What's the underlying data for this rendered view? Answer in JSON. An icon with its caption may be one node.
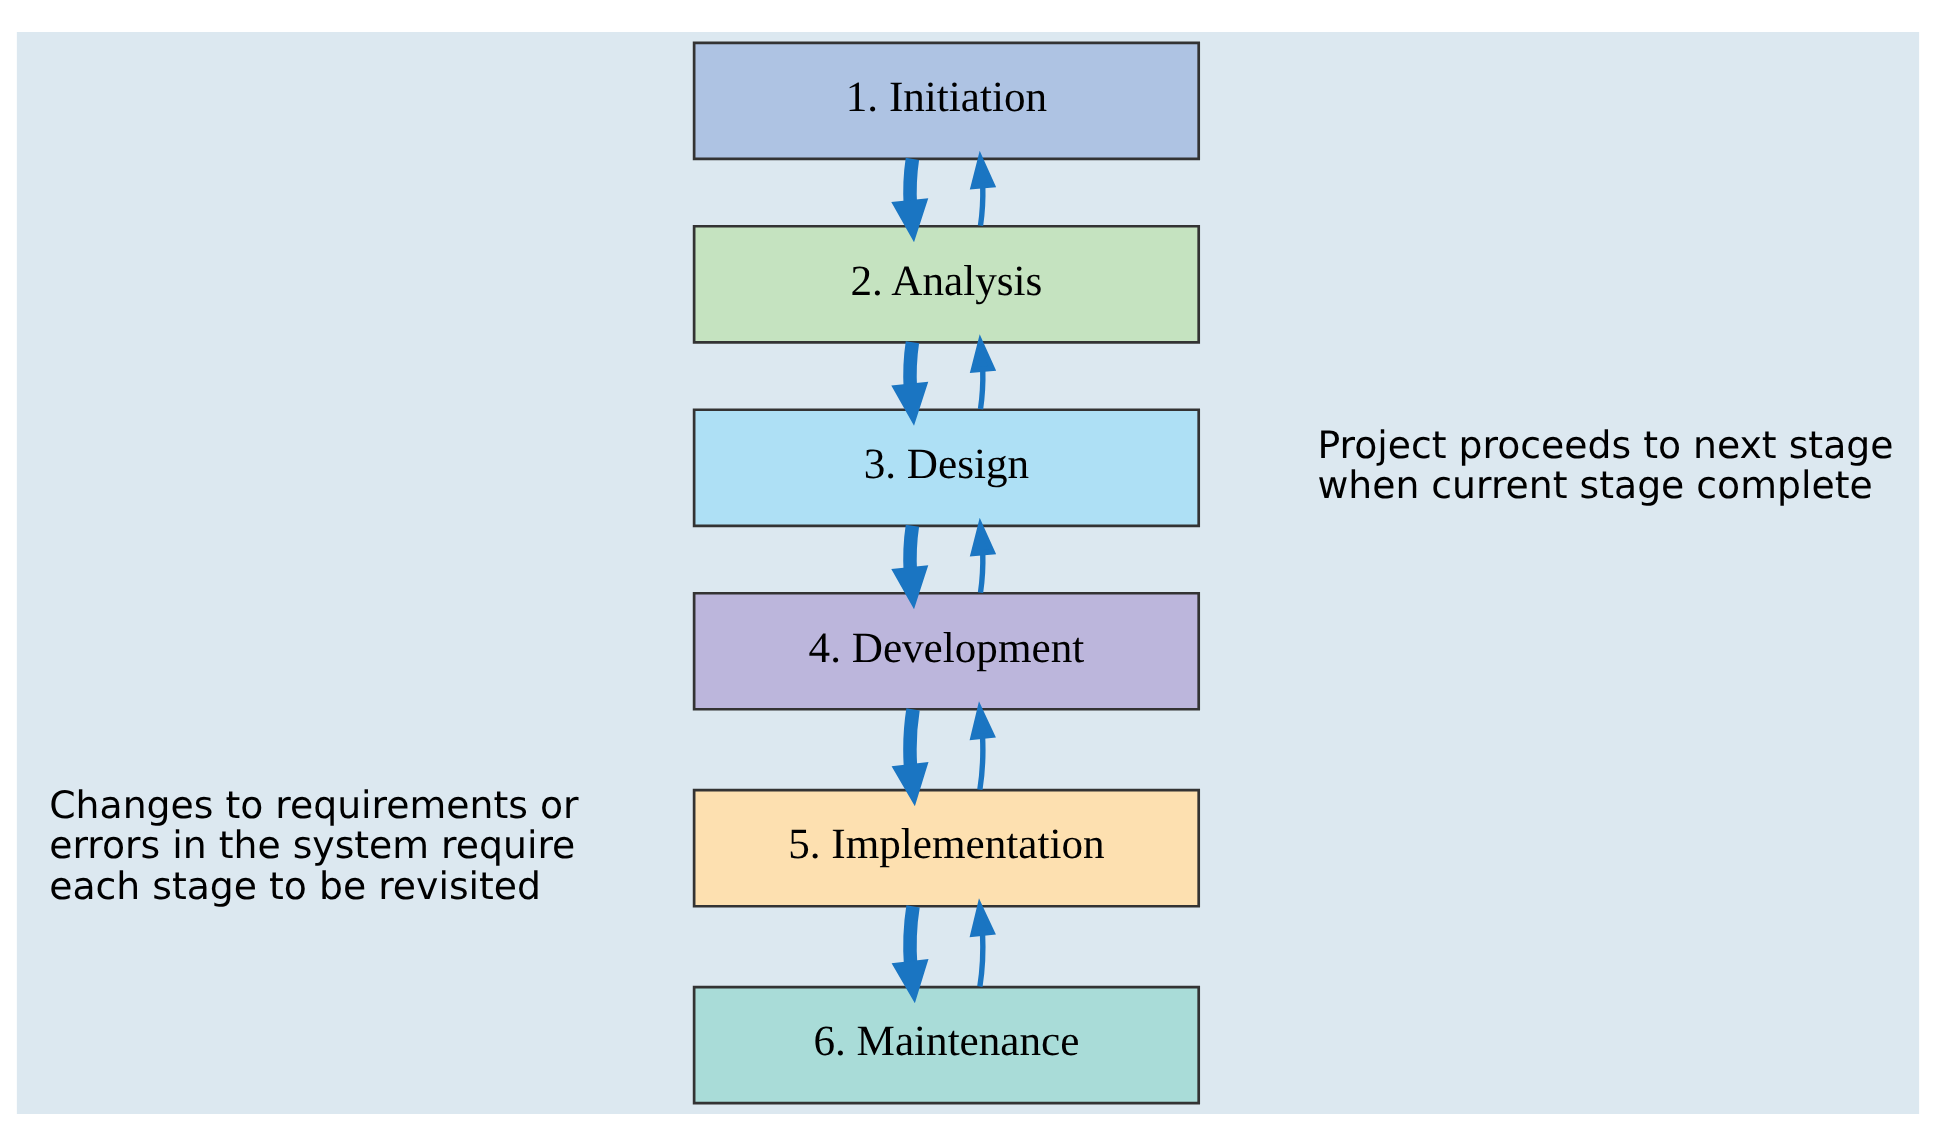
{
  "diagram": {
    "nodes": [
      {
        "text": [
          "1. Initiation"
        ]
      },
      {
        "text": [
          "2. Analysis"
        ]
      },
      {
        "text": [
          "3. Design"
        ]
      },
      {
        "text": [
          "4. Development"
        ]
      },
      {
        "text": [
          "5. Implementation"
        ]
      },
      {
        "text": [
          "6. Maintenance"
        ]
      }
    ],
    "edges": [
      {
        "from": 0,
        "to": 1,
        "arrow": "to",
        "style": "thick"
      },
      {
        "from": 1,
        "to": 2,
        "arrow": "to",
        "style": "thick"
      },
      {
        "from": 2,
        "to": 3,
        "arrow": "to",
        "style": "thick"
      },
      {
        "from": 3,
        "to": 4,
        "arrow": "to",
        "style": "thick"
      },
      {
        "from": 4,
        "to": 5,
        "arrow": "to",
        "style": "thick"
      },
      {
        "from": 1,
        "to": 0,
        "arrow": "to"
      },
      {
        "from": 2,
        "to": 1,
        "arrow": "to"
      },
      {
        "from": 3,
        "to": 2,
        "arrow": "to"
      },
      {
        "from": 4,
        "to": 3,
        "arrow": "to"
      },
      {
        "from": 5,
        "to": 4,
        "arrow": "to"
      }
    ],
    "labels": [
      "Project proceeds to next stage when current stage complete",
      "Changes to requirements or errors in the system require each stage to be revisited"
    ]
  }
}
